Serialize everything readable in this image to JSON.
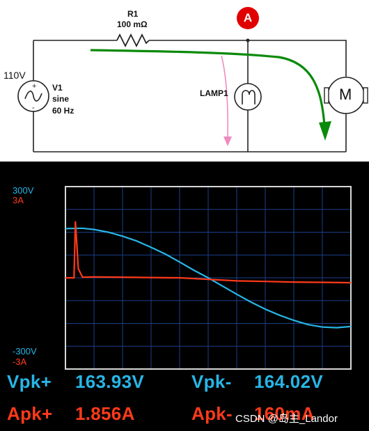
{
  "schematic": {
    "resistor": {
      "name": "R1",
      "value": "100 mΩ"
    },
    "ammeter": {
      "symbol": "A"
    },
    "source": {
      "voltage_label": "110V",
      "name": "V1",
      "type": "sine",
      "frequency": "60 Hz"
    },
    "lamp": {
      "name": "LAMP1"
    },
    "motor": {
      "symbol": "M"
    },
    "colors": {
      "wire": "#222222",
      "current_path": "#0a8a0a",
      "lamp_current": "#f08ac0",
      "ammeter": "#e00000"
    }
  },
  "scope": {
    "voltage_scale": {
      "top": "300V",
      "bottom": "-300V"
    },
    "current_scale": {
      "top": "3A",
      "bottom": "-3A"
    },
    "colors": {
      "voltage": "#27b6e6",
      "current": "#ff3a1a",
      "grid": "#1b3f8a"
    },
    "measurements": {
      "vpk_plus_label": "Vpk+",
      "vpk_plus_value": "163.93V",
      "vpk_minus_label": "Vpk-",
      "vpk_minus_value": "164.02V",
      "apk_plus_label": "Apk+",
      "apk_plus_value": "1.856A",
      "apk_minus_label": "Apk-",
      "apk_minus_value": "160mA"
    },
    "watermark": "CSDN @岛主_Landor"
  },
  "chart_data": {
    "type": "line",
    "series": [
      {
        "name": "voltage",
        "unit": "V",
        "ylim": [
          -300,
          300
        ],
        "x": [
          0,
          0.06,
          0.1,
          0.15,
          0.2,
          0.25,
          0.3,
          0.35,
          0.4,
          0.45,
          0.5,
          0.55,
          0.6,
          0.65,
          0.7,
          0.75,
          0.8,
          0.85,
          0.9,
          0.95,
          1.0
        ],
        "values": [
          162,
          163,
          159,
          150,
          137,
          121,
          100,
          78,
          52,
          25,
          0,
          -27,
          -54,
          -80,
          -103,
          -123,
          -140,
          -154,
          -162,
          -164,
          -160
        ]
      },
      {
        "name": "current",
        "unit": "A",
        "ylim": [
          -3,
          3
        ],
        "x": [
          0,
          0.03,
          0.035,
          0.045,
          0.06,
          0.1,
          0.2,
          0.3,
          0.4,
          0.5,
          0.6,
          0.7,
          0.8,
          0.9,
          1.0
        ],
        "values": [
          0,
          0,
          1.86,
          0.3,
          0.02,
          0.03,
          0.02,
          0.01,
          0.0,
          -0.05,
          -0.1,
          -0.12,
          -0.14,
          -0.15,
          -0.16
        ]
      }
    ]
  }
}
